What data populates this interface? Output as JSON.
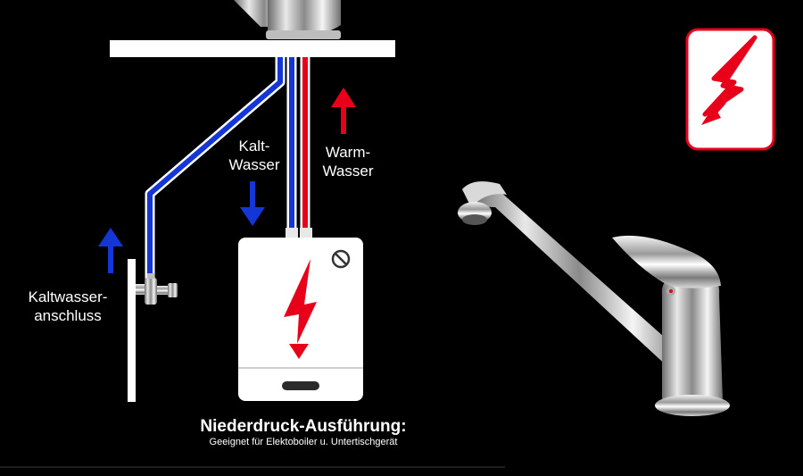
{
  "diagram": {
    "labels": {
      "cold_water_line1": "Kalt-",
      "cold_water_line2": "Wasser",
      "warm_water_line1": "Warm-",
      "warm_water_line2": "Wasser",
      "connection_line1": "Kaltwasser-",
      "connection_line2": "anschluss"
    },
    "caption": {
      "title": "Niederdruck-Ausführung:",
      "subtitle": "Geeignet für Elektoboiler u. Untertischgerät"
    }
  },
  "colors": {
    "cold": "#1436d6",
    "warm": "#e8001a",
    "background": "#000000",
    "panel": "#ffffff"
  },
  "icons": [
    "lightning-icon",
    "no-symbol-icon",
    "angle-valve-icon",
    "faucet-icon"
  ]
}
